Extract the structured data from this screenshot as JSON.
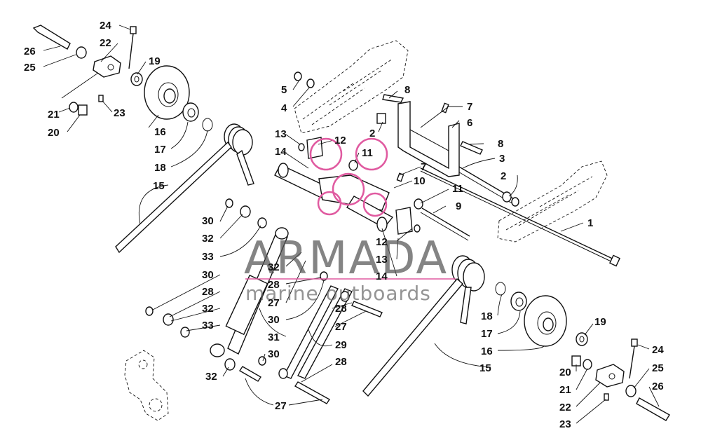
{
  "watermark": {
    "brand": "ARMADA",
    "tagline": "marine outboards",
    "logo_color": "#e05aa0"
  },
  "callouts": [
    {
      "id": "c26a",
      "text": "26"
    },
    {
      "id": "c25a",
      "text": "25"
    },
    {
      "id": "c24a",
      "text": "24"
    },
    {
      "id": "c22a",
      "text": "22"
    },
    {
      "id": "c19a",
      "text": "19"
    },
    {
      "id": "c21a",
      "text": "21"
    },
    {
      "id": "c20a",
      "text": "20"
    },
    {
      "id": "c23a",
      "text": "23"
    },
    {
      "id": "c16a",
      "text": "16"
    },
    {
      "id": "c17a",
      "text": "17"
    },
    {
      "id": "c18a",
      "text": "18"
    },
    {
      "id": "c15a",
      "text": "15"
    },
    {
      "id": "c5",
      "text": "5"
    },
    {
      "id": "c4",
      "text": "4"
    },
    {
      "id": "c8a",
      "text": "8"
    },
    {
      "id": "c7a",
      "text": "7"
    },
    {
      "id": "c6",
      "text": "6"
    },
    {
      "id": "c2a",
      "text": "2"
    },
    {
      "id": "c13a",
      "text": "13"
    },
    {
      "id": "c14a",
      "text": "14"
    },
    {
      "id": "c12a",
      "text": "12"
    },
    {
      "id": "c11a",
      "text": "11"
    },
    {
      "id": "c8b",
      "text": "8"
    },
    {
      "id": "c3",
      "text": "3"
    },
    {
      "id": "c7b",
      "text": "7"
    },
    {
      "id": "c2b",
      "text": "2"
    },
    {
      "id": "c10",
      "text": "10"
    },
    {
      "id": "c11b",
      "text": "11"
    },
    {
      "id": "c9",
      "text": "9"
    },
    {
      "id": "c1",
      "text": "1"
    },
    {
      "id": "c30a",
      "text": "30"
    },
    {
      "id": "c32a",
      "text": "32"
    },
    {
      "id": "c33a",
      "text": "33"
    },
    {
      "id": "c12b",
      "text": "12"
    },
    {
      "id": "c13b",
      "text": "13"
    },
    {
      "id": "c14b",
      "text": "14"
    },
    {
      "id": "c32b",
      "text": "32"
    },
    {
      "id": "c28a",
      "text": "28"
    },
    {
      "id": "c27a",
      "text": "27"
    },
    {
      "id": "c30b",
      "text": "30"
    },
    {
      "id": "c28b",
      "text": "28"
    },
    {
      "id": "c27b",
      "text": "27"
    },
    {
      "id": "c30c",
      "text": "30"
    },
    {
      "id": "c28c",
      "text": "28"
    },
    {
      "id": "c32c",
      "text": "32"
    },
    {
      "id": "c33b",
      "text": "33"
    },
    {
      "id": "c31",
      "text": "31"
    },
    {
      "id": "c29",
      "text": "29"
    },
    {
      "id": "c30d",
      "text": "30"
    },
    {
      "id": "c32d",
      "text": "32"
    },
    {
      "id": "c28d",
      "text": "28"
    },
    {
      "id": "c27c",
      "text": "27"
    },
    {
      "id": "c18b",
      "text": "18"
    },
    {
      "id": "c17b",
      "text": "17"
    },
    {
      "id": "c16b",
      "text": "16"
    },
    {
      "id": "c15b",
      "text": "15"
    },
    {
      "id": "c19b",
      "text": "19"
    },
    {
      "id": "c24b",
      "text": "24"
    },
    {
      "id": "c20b",
      "text": "20"
    },
    {
      "id": "c25b",
      "text": "25"
    },
    {
      "id": "c21b",
      "text": "21"
    },
    {
      "id": "c26b",
      "text": "26"
    },
    {
      "id": "c22b",
      "text": "22"
    },
    {
      "id": "c23b",
      "text": "23"
    }
  ]
}
